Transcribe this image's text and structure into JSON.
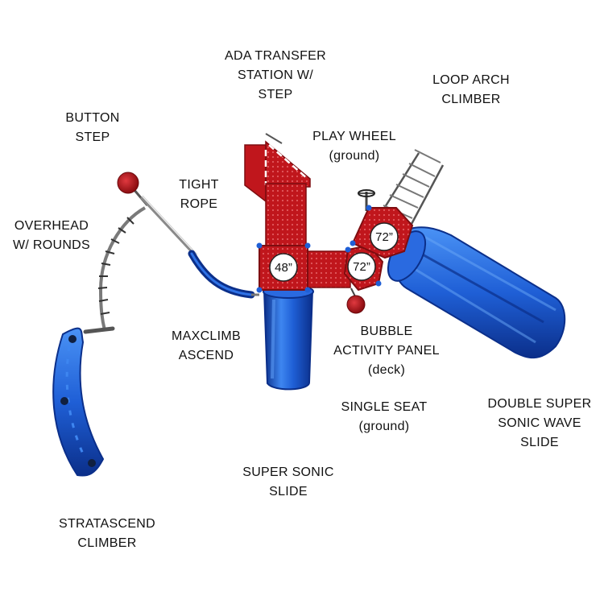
{
  "labels": {
    "ada_transfer": [
      "ADA TRANSFER",
      "STATION W/",
      "STEP"
    ],
    "loop_arch": [
      "LOOP ARCH",
      "CLIMBER"
    ],
    "button_step": [
      "BUTTON",
      "STEP"
    ],
    "play_wheel": [
      "PLAY WHEEL",
      "(ground)"
    ],
    "tight_rope": [
      "TIGHT",
      "ROPE"
    ],
    "overhead": [
      "OVERHEAD",
      "W/ ROUNDS"
    ],
    "maxclimb": [
      "MAXCLIMB",
      "ASCEND"
    ],
    "bubble_panel": [
      "BUBBLE",
      "ACTIVITY PANEL",
      "(deck)"
    ],
    "single_seat": [
      "SINGLE SEAT",
      "(ground)"
    ],
    "double_slide": [
      "DOUBLE SUPER",
      "SONIC WAVE",
      "SLIDE"
    ],
    "super_sonic": [
      "SUPER SONIC",
      "SLIDE"
    ],
    "stratascend": [
      "STRATASCEND",
      "CLIMBER"
    ]
  },
  "decks": {
    "left": "48”",
    "middle": "72”",
    "upper_right": "72”"
  },
  "colors": {
    "deck_red": "#c0161c",
    "deck_dark": "#7e0d10",
    "slide_blue": "#1f5fd6",
    "slide_dark": "#0b2f8a",
    "metal": "#8a8a8a"
  }
}
